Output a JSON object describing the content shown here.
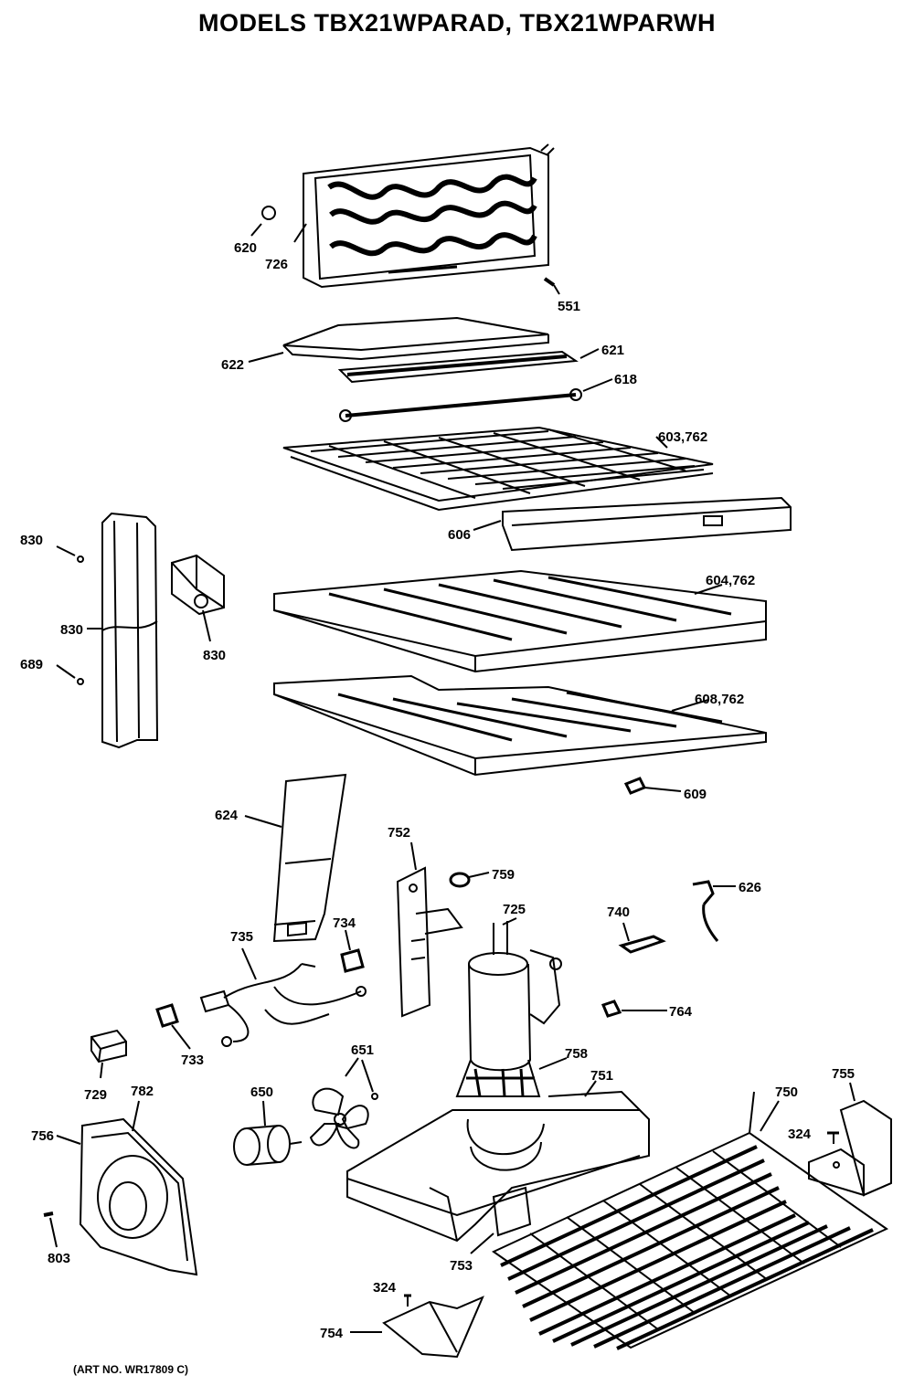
{
  "title": "MODELS TBX21WPARAD, TBX21WPARWH",
  "art_number": "(ART NO. WR17809 C)",
  "labels": [
    "620",
    "726",
    "551",
    "622",
    "621",
    "618",
    "603,762",
    "606",
    "830",
    "830",
    "830",
    "604,762",
    "689",
    "608,762",
    "609",
    "624",
    "752",
    "759",
    "626",
    "725",
    "740",
    "734",
    "735",
    "764",
    "733",
    "729",
    "782",
    "756",
    "651",
    "650",
    "758",
    "751",
    "755",
    "750",
    "324",
    "803",
    "753",
    "324",
    "754"
  ]
}
